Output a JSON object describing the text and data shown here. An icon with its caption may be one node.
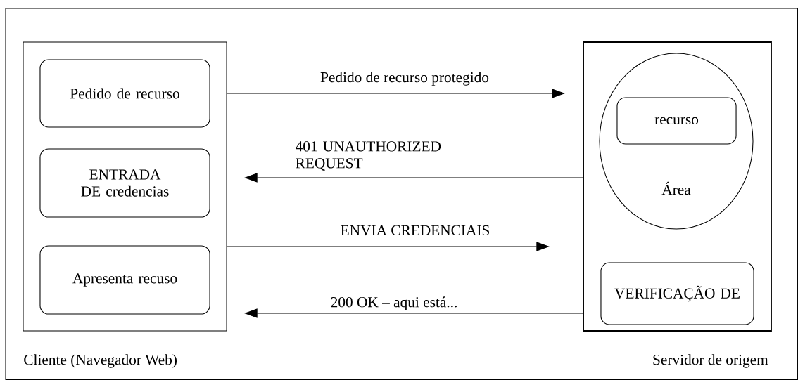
{
  "diagram": {
    "nodes": [
      {
        "text": [
          "Cliente (Navegador Web)"
        ]
      },
      {
        "text": [
          "Pedido de recurso"
        ],
        "in": 0
      },
      {
        "text": [
          "ENTRADA DE credencias"
        ],
        "in": 0
      },
      {
        "text": [
          "Apresenta recuso"
        ],
        "in": 0
      },
      {
        "text": [
          "Servidor de origem"
        ]
      },
      {
        "text": [
          "Área"
        ],
        "in": 4
      },
      {
        "text": [
          "recurso"
        ],
        "in": 5
      },
      {
        "text": [
          "VERIFICAÇÃO DE"
        ],
        "in": 4
      }
    ],
    "edges": [
      {
        "from": 0,
        "to": null,
        "arrow": "to",
        "label": "Pedido de recurso protegido"
      },
      {
        "from": 4,
        "to": null,
        "arrow": "to",
        "label": "401 UNAUTHORIZED REQUEST"
      },
      {
        "from": 0,
        "to": null,
        "arrow": "to",
        "label": "ENVIA CREDENCIAIS"
      },
      {
        "from": 4,
        "to": null,
        "arrow": "to",
        "label": "200 OK – aqui está..."
      }
    ]
  }
}
